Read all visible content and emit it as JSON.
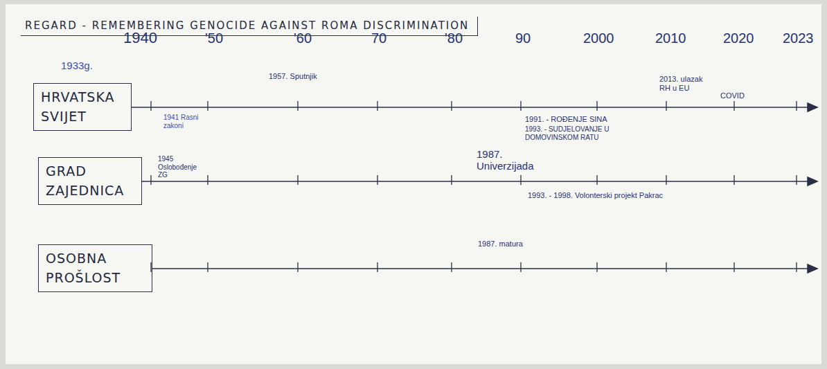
{
  "diagram": {
    "title": "REGARD - REMEMBERING GENOCIDE AGAINST ROMA DISCRIMINATION",
    "nodes": [
      {
        "text": [
          "HRVATSKA SVIJET"
        ]
      },
      {
        "text": [
          "GRAD ZAJEDNICA"
        ]
      },
      {
        "text": [
          "OSOBNA PROŠLOST"
        ]
      }
    ],
    "labels": [
      "1933g.",
      "1940",
      "'50",
      "'60",
      "70",
      "'80",
      "90",
      "2000",
      "2010",
      "2020",
      "2023",
      "1957. Sputnjik",
      "1941 Rasni zakoni",
      "1945 Oslobođenje ZG",
      "1987. Univerzijada",
      "1991. - ROĐENJE SINA",
      "1993. - SUDJELOVANJE U DOMOVINSKOM RATU",
      "1993. - 1998. Volonterski projekt Pakrac",
      "1987. matura",
      "COVID",
      "2013. ulazak RH u EU"
    ]
  }
}
